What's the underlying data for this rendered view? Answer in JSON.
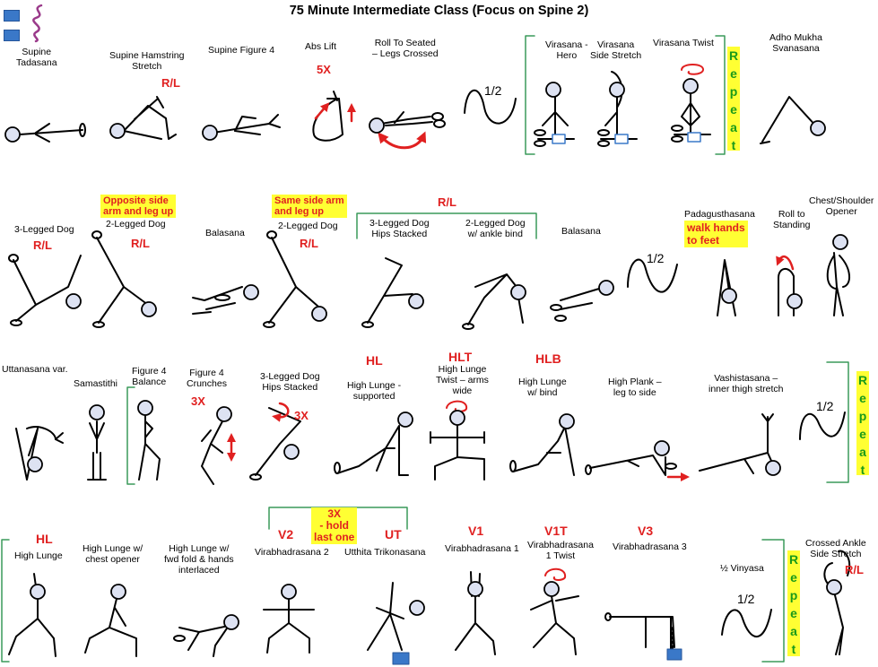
{
  "title": "75 Minute Intermediate Class (Focus on Spine 2)",
  "row1": {
    "supine_tadasana": "Supine\nTadasana",
    "supine_hamstring": "Supine Hamstring\nStretch",
    "supine_hamstring_tag": "R/L",
    "supine_fig4": "Supine Figure 4",
    "abs_lift": "Abs Lift",
    "abs_lift_tag": "5X",
    "roll_to_seated": "Roll To Seated\n– Legs Crossed",
    "half_vinyasa": "1/2",
    "virasana_hero": "Virasana -\nHero",
    "virasana_side": "Virasana\nSide Stretch",
    "virasana_twist": "Virasana Twist",
    "repeat": "Repeat",
    "adho_mukha": "Adho Mukha\nSvanasana"
  },
  "row2": {
    "three_legged_dog": "3-Legged Dog",
    "three_legged_tag": "R/L",
    "opposite_note": "Opposite side\narm and leg up",
    "two_legged_dog_a": "2-Legged Dog",
    "two_legged_a_tag": "R/L",
    "balasana_a": "Balasana",
    "same_note": "Same side arm\nand leg up",
    "two_legged_dog_b": "2-Legged Dog",
    "two_legged_b_tag": "R/L",
    "bracket_tag": "R/L",
    "three_legged_hips": "3-Legged Dog\nHips Stacked",
    "two_legged_bind": "2-Legged Dog\nw/ ankle bind",
    "balasana_b": "Balasana",
    "half_vinyasa": "1/2",
    "padagusthasana": "Padagusthasana",
    "walk_hands": "walk hands\nto feet",
    "roll_standing": "Roll to\nStanding",
    "chest_opener": "Chest/Shoulder\nOpener"
  },
  "row3": {
    "uttanasana": "Uttanasana var.",
    "samastithi": "Samastithi",
    "fig4_balance": "Figure 4\nBalance",
    "fig4_crunches": "Figure 4\nCrunches",
    "fig4_tag": "3X",
    "three_legged_hips": "3-Legged Dog\nHips Stacked",
    "three_legged_tag": "3X",
    "hl_tag": "HL",
    "high_lunge_supported": "High Lunge -\nsupported",
    "hlt_tag": "HLT",
    "high_lunge_twist": "High Lunge\nTwist – arms\nwide",
    "hlb_tag": "HLB",
    "high_lunge_bind": "High Lunge\nw/ bind",
    "high_plank": "High Plank –\nleg to side",
    "vashistasana": "Vashistasana –\ninner thigh stretch",
    "half_vinyasa": "1/2",
    "repeat": "Repeat"
  },
  "row4": {
    "hl_tag": "HL",
    "high_lunge": "High Lunge",
    "high_lunge_chest": "High Lunge w/\nchest opener",
    "high_lunge_fwd": "High Lunge w/\nfwd fold & hands\ninterlaced",
    "hold_note": "3X\n- hold\nlast one",
    "v2_tag": "V2",
    "virabhadrasana2": "Virabhadrasana 2",
    "ut_tag": "UT",
    "utthita": "Utthita Trikonasana",
    "v1_tag": "V1",
    "virabhadrasana1": "Virabhadrasana 1",
    "v1t_tag": "V1T",
    "virabhadrasana1_twist": "Virabhadrasana\n1 Twist",
    "v3_tag": "V3",
    "virabhadrasana3": "Virabhadrasana 3",
    "half_vinyasa_label": "½ Vinyasa",
    "half_vinyasa": "1/2",
    "repeat": "Repeat",
    "crossed_ankle": "Crossed Ankle\nSide Stretch",
    "crossed_tag": "R/L"
  },
  "colors": {
    "accent_red": "#e02020",
    "highlight": "#ffff33",
    "bracket_green": "#3a9a5a",
    "prop_blue": "#3a78c8",
    "head_fill": "#dde2f2"
  }
}
